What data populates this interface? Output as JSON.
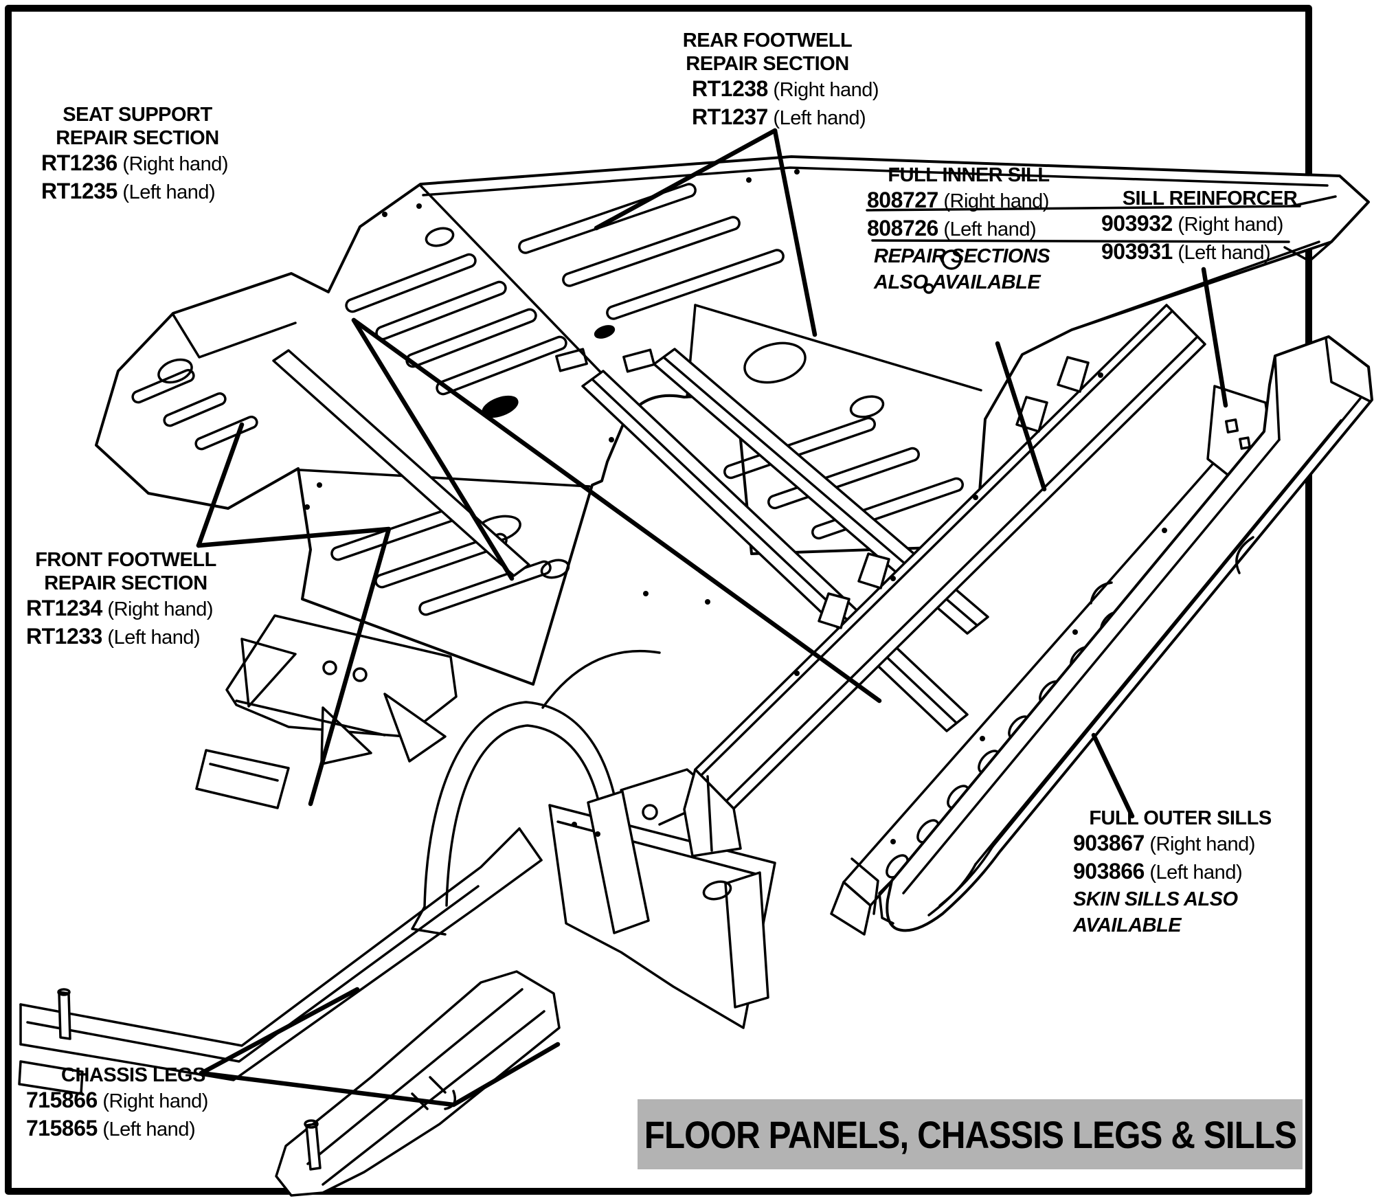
{
  "figure": {
    "title_bar": {
      "text": "FLOOR PANELS, CHASSIS LEGS & SILLS",
      "bg_color": "#b3b3b3",
      "text_color": "#0d0d0d"
    },
    "colors": {
      "ink": "#000000",
      "paper": "#ffffff"
    },
    "labels": [
      {
        "id": "seat-support",
        "name_lines": [
          "SEAT SUPPORT",
          "REPAIR SECTION"
        ],
        "parts": [
          {
            "code": "RT1236",
            "hand": "(Right hand)"
          },
          {
            "code": "RT1235",
            "hand": "(Left hand)"
          }
        ],
        "notes": []
      },
      {
        "id": "rear-footwell",
        "name_lines": [
          "REAR FOOTWELL",
          "REPAIR SECTION"
        ],
        "parts": [
          {
            "code": "RT1238",
            "hand": "(Right hand)"
          },
          {
            "code": "RT1237",
            "hand": "(Left hand)"
          }
        ],
        "notes": []
      },
      {
        "id": "full-inner-sill",
        "name_lines": [
          "FULL INNER SILL"
        ],
        "parts": [
          {
            "code": "808727",
            "hand": "(Right hand)"
          },
          {
            "code": "808726",
            "hand": "(Left hand)"
          }
        ],
        "notes": [
          "REPAIR SECTIONS",
          "ALSO AVAILABLE"
        ]
      },
      {
        "id": "sill-reinforcer",
        "name_lines": [
          "SILL REINFORCER"
        ],
        "parts": [
          {
            "code": "903932",
            "hand": "(Right hand)"
          },
          {
            "code": "903931",
            "hand": "(Left hand)"
          }
        ],
        "notes": []
      },
      {
        "id": "front-footwell",
        "name_lines": [
          "FRONT FOOTWELL",
          "REPAIR SECTION"
        ],
        "parts": [
          {
            "code": "RT1234",
            "hand": "(Right hand)"
          },
          {
            "code": "RT1233",
            "hand": "(Left hand)"
          }
        ],
        "notes": []
      },
      {
        "id": "full-outer-sills",
        "name_lines": [
          "FULL OUTER SILLS"
        ],
        "parts": [
          {
            "code": "903867",
            "hand": "(Right hand)"
          },
          {
            "code": "903866",
            "hand": "(Left hand)"
          }
        ],
        "notes": [
          "SKIN SILLS ALSO",
          "AVAILABLE"
        ]
      },
      {
        "id": "chassis-legs",
        "name_lines": [
          "CHASSIS LEGS"
        ],
        "parts": [
          {
            "code": "715866",
            "hand": "(Right hand)"
          },
          {
            "code": "715865",
            "hand": "(Left hand)"
          }
        ],
        "notes": []
      }
    ]
  }
}
